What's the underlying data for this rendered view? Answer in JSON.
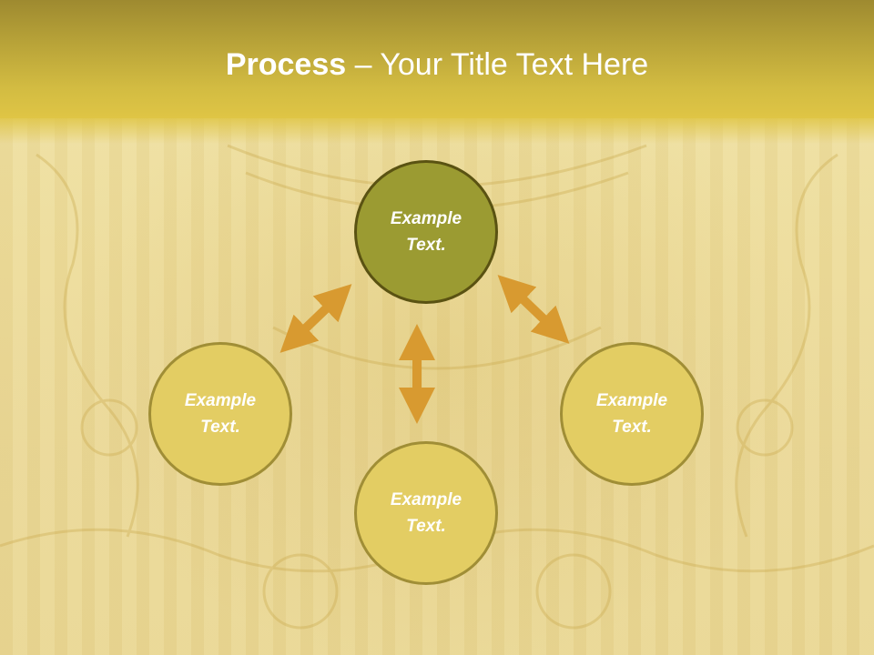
{
  "slide": {
    "title_bold": "Process",
    "title_rest": " – Your Title Text Here"
  },
  "nodes": [
    {
      "id": "top",
      "label_line1": "Example",
      "label_line2": "Text."
    },
    {
      "id": "left",
      "label_line1": "Example",
      "label_line2": "Text."
    },
    {
      "id": "right",
      "label_line1": "Example",
      "label_line2": "Text."
    },
    {
      "id": "bottom",
      "label_line1": "Example",
      "label_line2": "Text."
    }
  ],
  "colors": {
    "header_gold": "#d3bc42",
    "top_circle": "#9b9b32",
    "circle_yellow": "#e3cd63",
    "arrow": "#d89a30"
  }
}
